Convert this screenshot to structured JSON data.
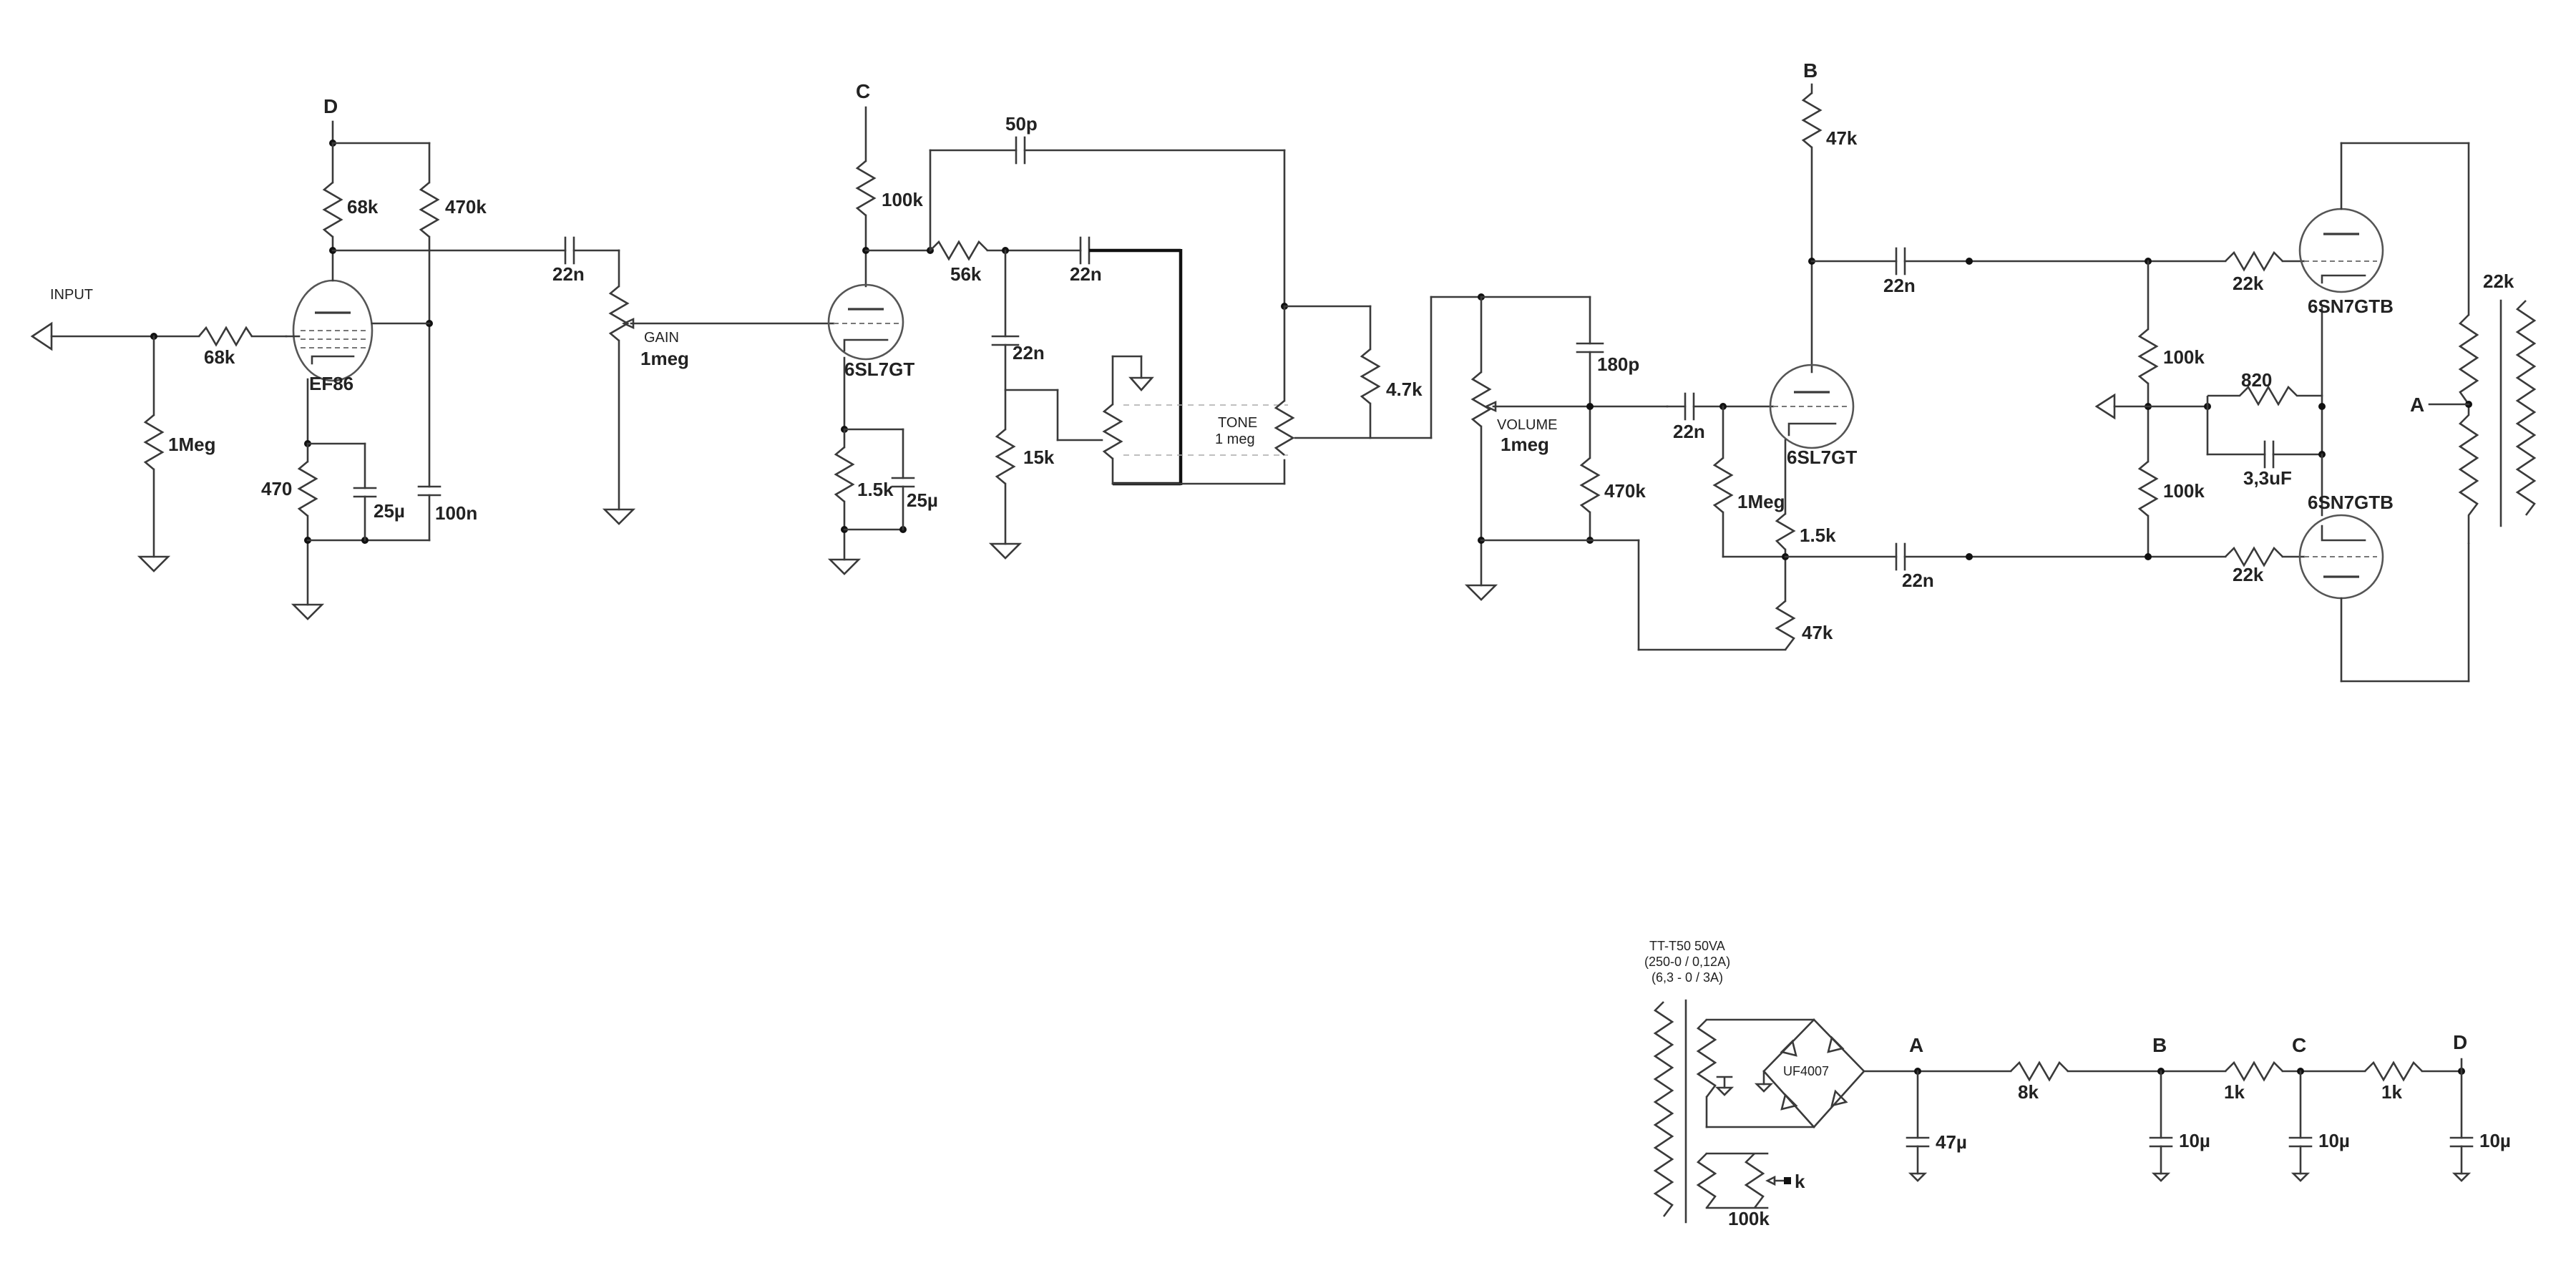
{
  "labels": {
    "input": "INPUT",
    "input_res": "68k",
    "grid_leak": "1Meg",
    "ef86_plate": "68k",
    "ef86_screen": "470k",
    "ef86_cathode": "470",
    "ef86_cath_cap": "25µ",
    "ef86_screen_cap": "100n",
    "tube1": "EF86",
    "coupling1": "22n",
    "gain_title": "GAIN",
    "gain_value": "1meg",
    "tube2_plate": "100k",
    "tube2": "6SL7GT",
    "tube2_cathode": "1.5k",
    "tube2_cath_cap": "25µ",
    "tone_bright_cap": "50p",
    "tone_slope": "56k",
    "tone_treble": "22n",
    "tone_bass": "22n",
    "tone_mid": "15k",
    "tone_title": "TONE",
    "tone_value": "1 meg",
    "tone_shunt": "4.7k",
    "vol_cap": "180p",
    "vol_title": "VOLUME",
    "vol_value": "1meg",
    "vol_res": "470k",
    "coupling3": "22n",
    "pi_grid": "1Meg",
    "pi_cathode": "1.5k",
    "pi_tail": "47k",
    "tube3": "6SL7GT",
    "pi_plate": "47k",
    "coupling_top": "22n",
    "coupling_bot": "22n",
    "bias_top": "100k",
    "bias_bot": "100k",
    "bias_res": "820",
    "bias_cap": "3,3uF",
    "grid_stop_top": "22k",
    "grid_stop_bot": "22k",
    "tube4": "6SN7GTB",
    "tube5": "6SN7GTB",
    "ot_label": "22k",
    "node_a": "A",
    "node_b": "B",
    "node_c": "C",
    "node_d": "D"
  },
  "power": {
    "transformer_model": "TT-T50  50VA",
    "transformer_hv": "(250-0 / 0,12A)",
    "transformer_lv": "(6,3 - 0 / 3A)",
    "rectifier": "UF4007",
    "heater_pot": "100k",
    "heater_tap": "k",
    "res_ab": "8k",
    "res_bc": "1k",
    "res_cd": "1k",
    "cap_a": "47µ",
    "cap_b": "10µ",
    "cap_c": "10µ",
    "cap_d": "10µ",
    "node_a": "A",
    "node_b": "B",
    "node_c": "C",
    "node_d": "D"
  }
}
